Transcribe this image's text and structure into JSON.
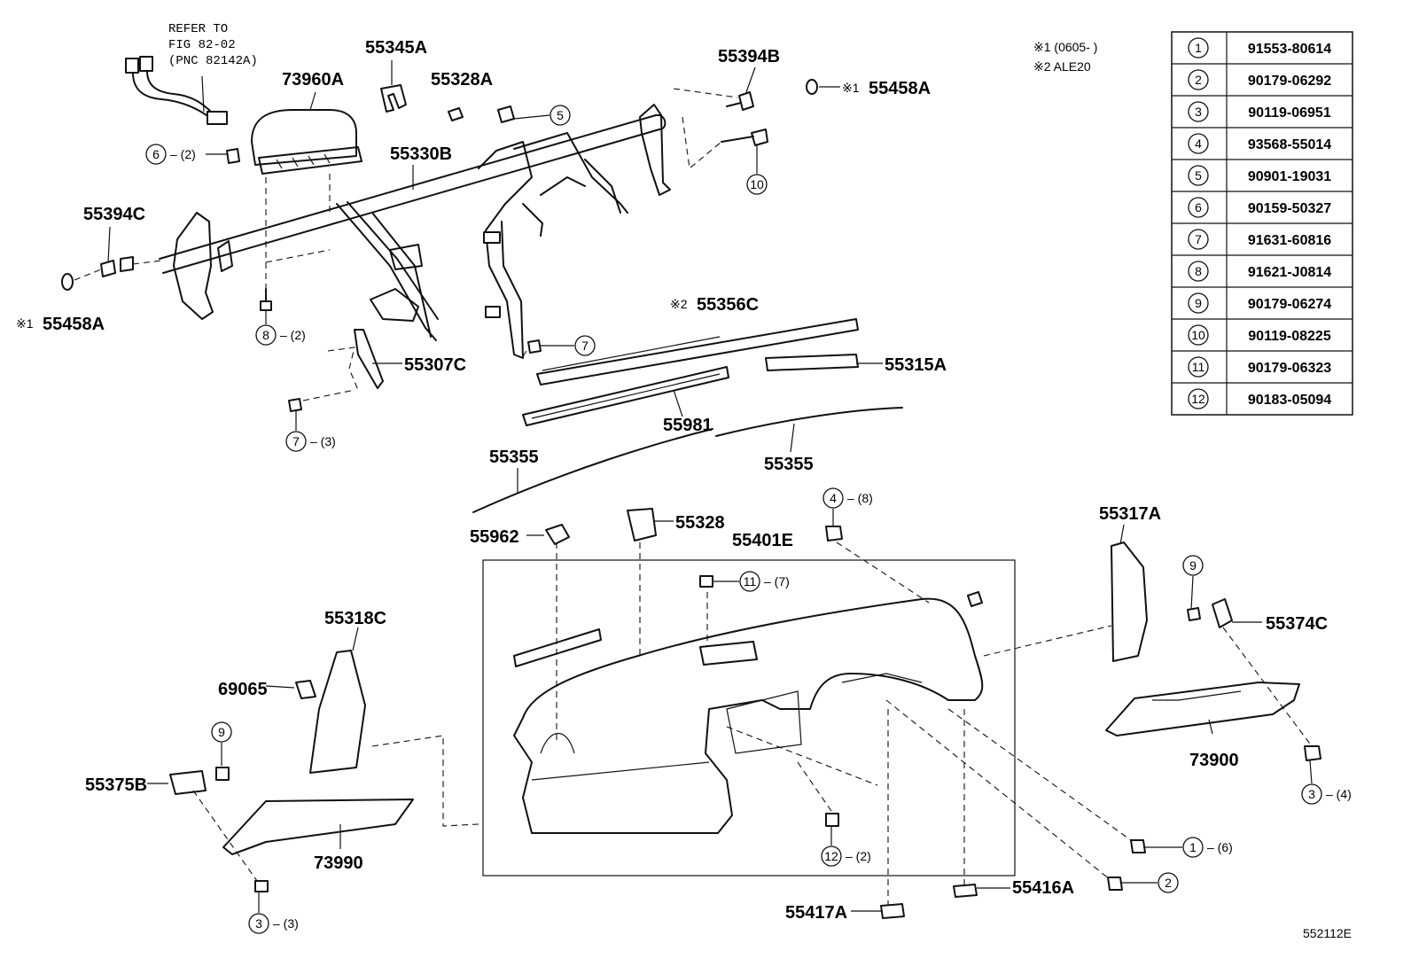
{
  "diagram": {
    "code": "552112E",
    "refer_note": [
      "REFER TO",
      "FIG 82-02",
      "(PNC 82142A)"
    ],
    "footnotes": [
      "※1 (0605-      )",
      "※2 ALE20"
    ],
    "labels": {
      "p73960A": "73960A",
      "p55345A": "55345A",
      "p55328A": "55328A",
      "p55394B": "55394B",
      "p55458A_top": "55458A",
      "p55458A_top_mark": "※1",
      "p55330B": "55330B",
      "p55394C": "55394C",
      "p55458A_left": "55458A",
      "p55458A_left_mark": "※1",
      "p55356C": "55356C",
      "p55356C_mark": "※2",
      "p55315A": "55315A",
      "p55307C": "55307C",
      "p55981": "55981",
      "p55355_left": "55355",
      "p55355_right": "55355",
      "p55962": "55962",
      "p55328": "55328",
      "p55401E": "55401E",
      "p55317A": "55317A",
      "p55318C": "55318C",
      "p55374C": "55374C",
      "p69065": "69065",
      "p55375B": "55375B",
      "p73990": "73990",
      "p73900": "73900",
      "p55416A": "55416A",
      "p55417A": "55417A"
    },
    "callouts": {
      "c6": {
        "num": "6",
        "qty": "– (2)"
      },
      "c5": {
        "num": "5",
        "qty": ""
      },
      "c10": {
        "num": "10",
        "qty": ""
      },
      "c8": {
        "num": "8",
        "qty": "– (2)"
      },
      "c7a": {
        "num": "7",
        "qty": ""
      },
      "c7b": {
        "num": "7",
        "qty": "– (3)"
      },
      "c4": {
        "num": "4",
        "qty": "– (8)"
      },
      "c11": {
        "num": "11",
        "qty": "– (7)"
      },
      "c9a": {
        "num": "9",
        "qty": ""
      },
      "c9b": {
        "num": "9",
        "qty": ""
      },
      "c3a": {
        "num": "3",
        "qty": "– (3)"
      },
      "c3b": {
        "num": "3",
        "qty": "– (4)"
      },
      "c12": {
        "num": "12",
        "qty": "– (2)"
      },
      "c1": {
        "num": "1",
        "qty": "– (6)"
      },
      "c2": {
        "num": "2",
        "qty": ""
      }
    },
    "parts_table": [
      {
        "ref": "1",
        "part": "91553-80614"
      },
      {
        "ref": "2",
        "part": "90179-06292"
      },
      {
        "ref": "3",
        "part": "90119-06951"
      },
      {
        "ref": "4",
        "part": "93568-55014"
      },
      {
        "ref": "5",
        "part": "90901-19031"
      },
      {
        "ref": "6",
        "part": "90159-50327"
      },
      {
        "ref": "7",
        "part": "91631-60816"
      },
      {
        "ref": "8",
        "part": "91621-J0814"
      },
      {
        "ref": "9",
        "part": "90179-06274"
      },
      {
        "ref": "10",
        "part": "90119-08225"
      },
      {
        "ref": "11",
        "part": "90179-06323"
      },
      {
        "ref": "12",
        "part": "90183-05094"
      }
    ]
  }
}
